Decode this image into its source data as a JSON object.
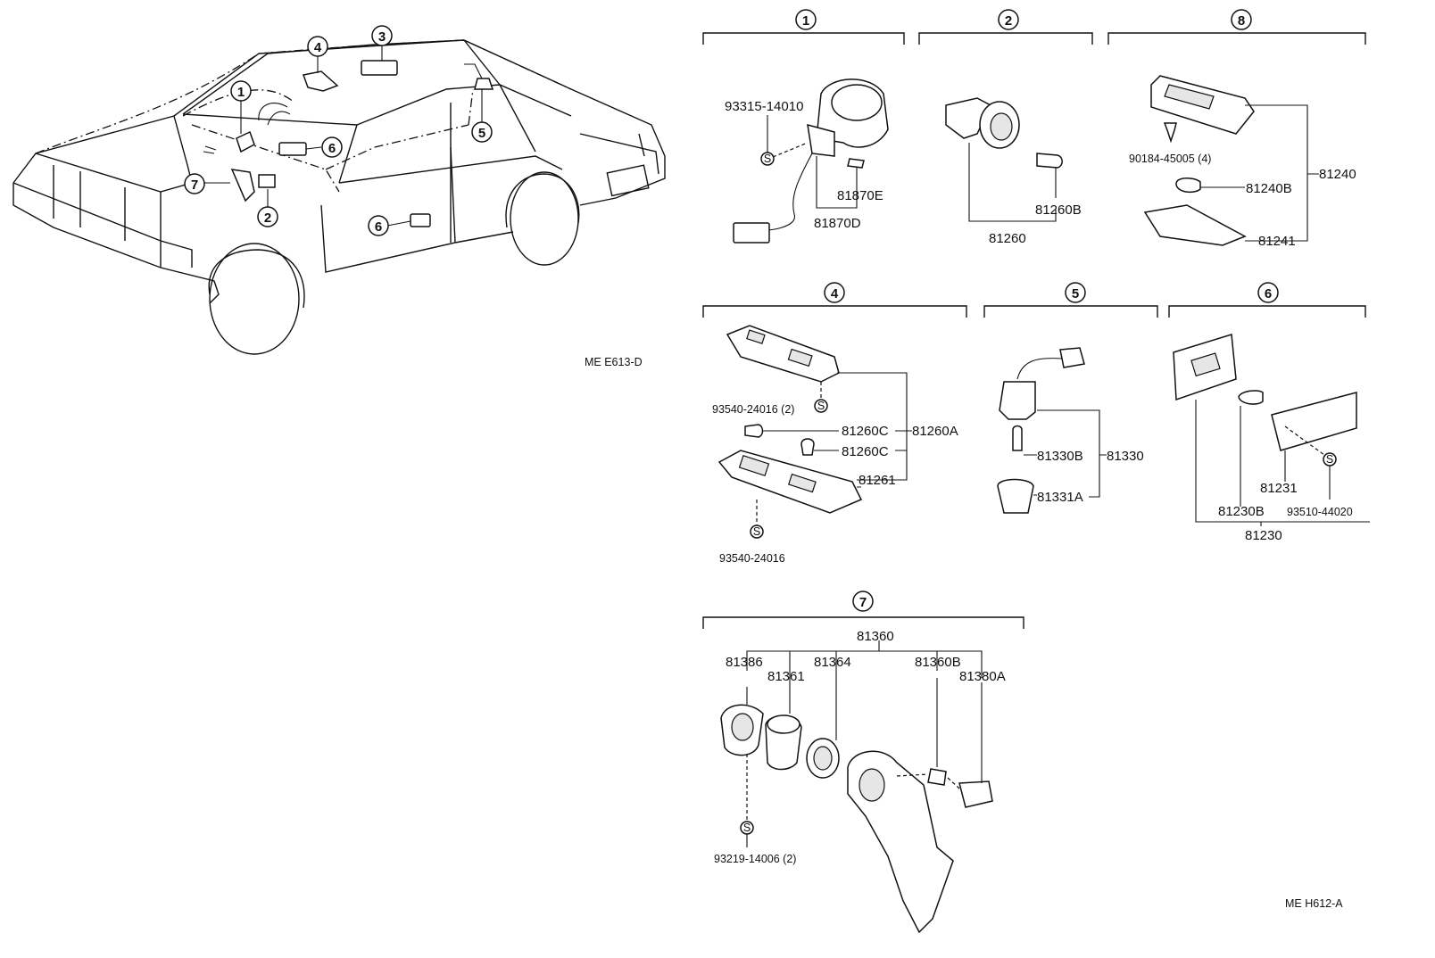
{
  "figure_codes": {
    "car": "ME  E613-D",
    "parts": "ME  H612-A"
  },
  "car_callouts": [
    "1",
    "2",
    "3",
    "4",
    "5",
    "6",
    "6",
    "7"
  ],
  "sections": {
    "s1": {
      "number": "1",
      "labels": {
        "screw": "93315-14010",
        "p1": "81870E",
        "p2": "81870D"
      }
    },
    "s2": {
      "number": "2",
      "labels": {
        "bulb": "81260B",
        "assy": "81260"
      }
    },
    "s3": {
      "number": "8",
      "labels": {
        "screw": "90184-45005 (4)",
        "bulb": "81240B",
        "assy": "81240",
        "lens": "81241"
      }
    },
    "s4": {
      "number": "4",
      "labels": {
        "screw_top": "93540-24016 (2)",
        "bulb_a": "81260C",
        "assy": "81260A",
        "bulb_b": "81260C",
        "lens": "81261",
        "screw_bottom": "93540-24016"
      }
    },
    "s5": {
      "number": "5",
      "labels": {
        "bulb": "81330B",
        "assy": "81330",
        "cap": "81331A"
      }
    },
    "s6": {
      "number": "6",
      "labels": {
        "lens": "81231",
        "screw": "93510-44020",
        "bulb": "81230B",
        "assy": "81230"
      }
    },
    "s7": {
      "number": "7",
      "labels": {
        "assy": "81360",
        "p1": "81386",
        "p2": "81361",
        "p3": "81364",
        "p4": "81360B",
        "p5": "81380A",
        "screw": "93219-14006 (2)"
      }
    }
  },
  "screw_mark": "S"
}
